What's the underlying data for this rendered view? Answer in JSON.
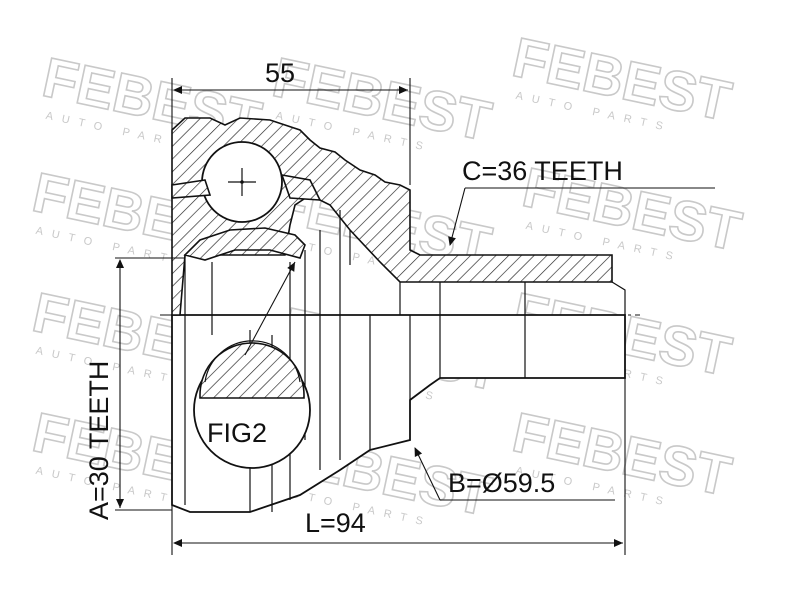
{
  "watermark": {
    "brand": "FEBEST",
    "subtitle": "AUTO PARTS"
  },
  "dimensions": {
    "width_label": "55",
    "length_label": "L=94",
    "teeth_c_label": "C=36 TEETH",
    "teeth_a_label": "A=30 TEETH",
    "diameter_b_label": "B=Ø59.5",
    "figure_label": "FIG2"
  }
}
